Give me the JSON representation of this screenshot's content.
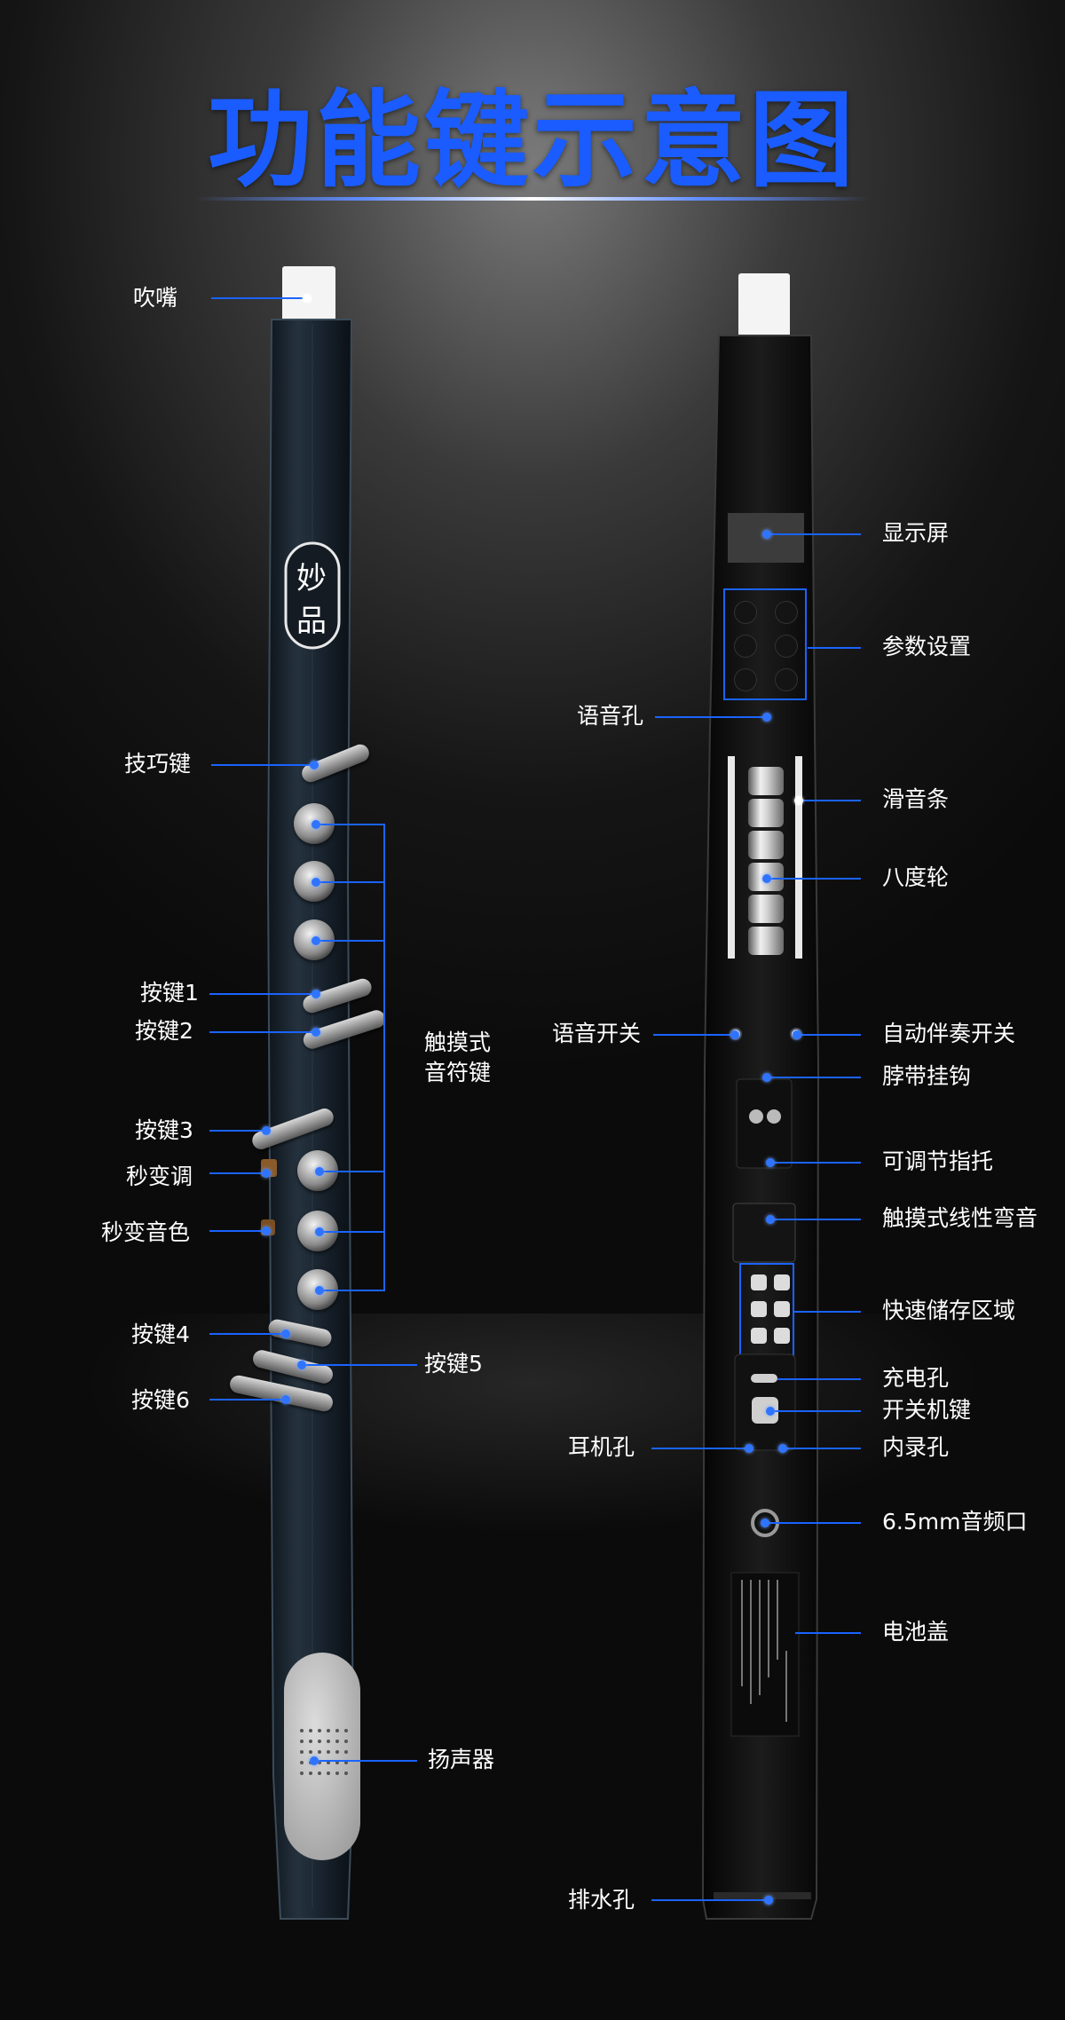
{
  "title": "功能键示意图",
  "logo": {
    "top": "妙",
    "bottom": "品"
  },
  "left_labels": {
    "mouthpiece": "吹嘴",
    "technique_key": "技巧键",
    "key1": "按键1",
    "key2": "按键2",
    "key3": "按键3",
    "instant_key_change": "秒变调",
    "instant_timbre": "秒变音色",
    "key4": "按键4",
    "key6": "按键6",
    "touch_note_keys": "触摸式\n音符键",
    "key5": "按键5",
    "speaker": "扬声器"
  },
  "right_labels": {
    "display": "显示屏",
    "param_settings": "参数设置",
    "voice_hole": "语音孔",
    "glide_bar": "滑音条",
    "octave_wheel": "八度轮",
    "voice_switch": "语音开关",
    "auto_accomp": "自动伴奏开关",
    "strap_hook": "脖带挂钩",
    "thumb_rest": "可调节指托",
    "touch_bend": "触摸式线性弯音",
    "quick_store": "快速储存区域",
    "charge_port": "充电孔",
    "power_key": "开关机键",
    "headphone": "耳机孔",
    "internal_rec": "内录孔",
    "audio_port": "6.5mm音频口",
    "battery_cover": "电池盖",
    "drain_hole": "排水孔"
  },
  "colors": {
    "accent": "#1a63ff",
    "title": "#1a5cff",
    "body": "#1d2630"
  }
}
